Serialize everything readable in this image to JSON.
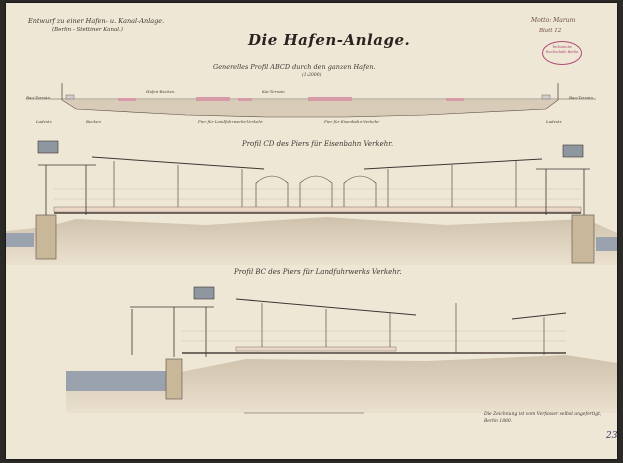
{
  "header": {
    "left": "Entwurf zu einer Hafen- u. Kanal-Anlage.",
    "left_sub": "(Berlin - Stettiner Kanal.)",
    "right": "Motto: Marum",
    "right_sub": "Blatt 12"
  },
  "title": "Die Hafen-Anlage.",
  "sections": {
    "s1_title": "Generelles Profil ABCD durch den ganzen Hafen.",
    "s1_scale": "(1:2000)",
    "s2_title": "Profil CD des Piers für Eisenbahn Verkehr.",
    "s3_title": "Profil BC des Piers für Landfuhrwerks Verkehr."
  },
  "profile_labels": {
    "l1": "Bau-Terrain",
    "l2": "Hafen-Becken",
    "l3": "Kai-Terrain",
    "l4": "Pier für Landfuhrwerks-Verkehr",
    "l5": "Pier für Eisenbahn-Verkehr",
    "l6": "Bau-Terrain",
    "l7": "Ladestr.",
    "l8": "Becken",
    "l9": "Ladestr."
  },
  "stamp": "Technische Hochschule Berlin",
  "note": "Die Zeichnung ist vom Verfasser selbst angefertigt, Berlin 1880.",
  "sheet_number": "23",
  "colors": {
    "paper": "#efe7d6",
    "water": "#9aa3ad",
    "earth": "#c7b9a2",
    "pink": "#d79aa9"
  }
}
